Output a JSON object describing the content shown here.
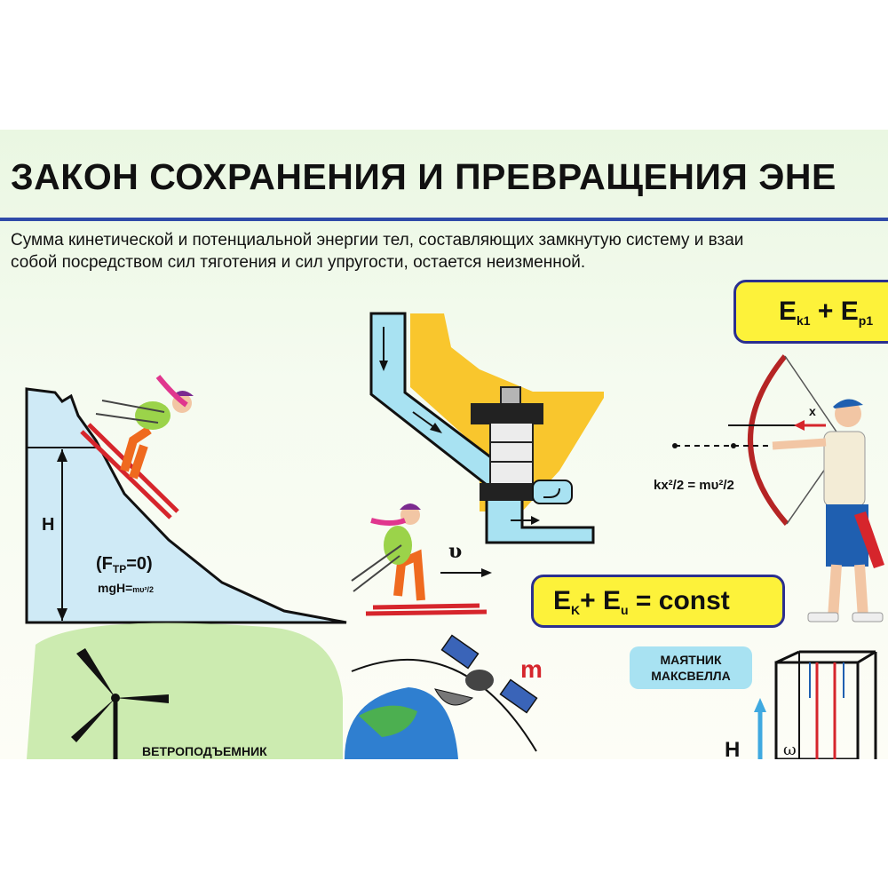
{
  "poster": {
    "title": "ЗАКОН СОХРАНЕНИЯ И ПРЕВРАЩЕНИЯ ЭНЕ",
    "lead_line1": "Сумма кинетической и потенциальной энергии тел, составляющих замкнутую систему и взаи",
    "lead_line2": "собой посредством сил тяготения и сил упругости, остается неизменной."
  },
  "formulas": {
    "top_box": {
      "e1": "E",
      "s1": "k1",
      "plus": " + E",
      "s2": "p1"
    },
    "mid_box": {
      "e1": "E",
      "s1": "K",
      "plus": "+ E",
      "s2": "u",
      "rest": " = const"
    },
    "ski_h": "H",
    "ski_friction": "(F",
    "ski_friction_sub": "TP",
    "ski_friction_end": "=0)",
    "ski_energy": "mgH=",
    "ski_energy_frac": "mυ²/2",
    "velocity": "υ",
    "bow_x": "x",
    "bow_energy": "kx²/2 = mυ²/2",
    "satellite_m": "m",
    "pendulum_h": "H",
    "pendulum_omega": "ω"
  },
  "labels": {
    "wind": "ВЕТРОПОДЪЕМНИК",
    "pendulum_line1": "МАЯТНИК",
    "pendulum_line2": "МАКСВЕЛЛА"
  },
  "colors": {
    "title_rule": "#2f4aa8",
    "formula_box_fill": "#fdf23a",
    "formula_box_border": "#2b2f8f",
    "water": "#a8e2f2",
    "dam": "#f9c62d",
    "accent_red": "#d6252c"
  }
}
